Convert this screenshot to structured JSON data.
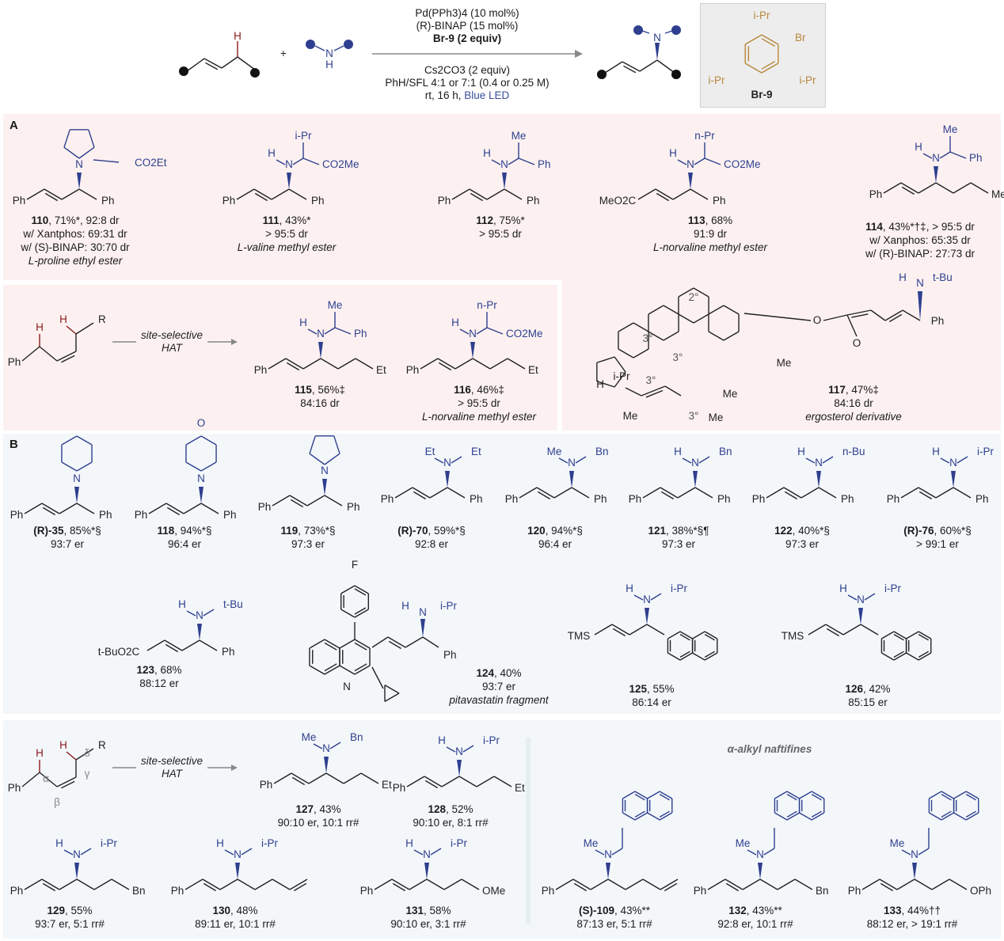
{
  "scheme": {
    "conditions_top": [
      "Pd(PPh3)4 (10 mol%)",
      "(R)-BINAP (15 mol%)",
      "Br-9 (2 equiv)"
    ],
    "conditions_bottom": [
      "Cs2CO3 (2 equiv)",
      "PhH/SFL 4:1 or 7:1 (0.4 or 0.25 M)",
      "rt, 16 h,"
    ],
    "light": "Blue LED",
    "plus": "+",
    "reagent_label": "Br-9",
    "reagent_substituents": [
      "i-Pr",
      "Br",
      "i-Pr",
      "i-Pr"
    ],
    "amine_H": "H",
    "amine_N": "N",
    "substrate_H": "H"
  },
  "colors": {
    "panel_a": "#fcf1f0",
    "panel_b": "#f3f7fa",
    "amine": "#2f3f8f",
    "hydrogen": "#8b1a1a",
    "reagent": "#b8863b",
    "light": "#3b4f9a"
  },
  "sections": {
    "a": "A",
    "b": "B"
  },
  "hat": {
    "label1": "site-selective",
    "label2": "HAT",
    "greek": [
      "α",
      "β",
      "γ",
      "δ"
    ],
    "R": "R",
    "Ph": "Ph",
    "H": "H"
  },
  "naftifine_heading": "α-alkyl naftifines",
  "steroid_labels": [
    "2°",
    "3°",
    "3°",
    "3°",
    "3°",
    "Me",
    "Me",
    "Me",
    "Me",
    "i-Pr",
    "H",
    "O",
    "O"
  ],
  "compounds": [
    {
      "id": "110",
      "subs": [
        "N",
        "CO2Et",
        "Ph",
        "Ph"
      ],
      "caption": [
        [
          "110",
          ", 71%*, 92:8 dr"
        ],
        [
          "",
          "w/ Xantphos: 69:31 dr"
        ],
        [
          "",
          "w/ (S)-BINAP: 30:70 dr"
        ],
        [
          "",
          "L-proline ethyl ester"
        ]
      ]
    },
    {
      "id": "111",
      "subs": [
        "H",
        "N",
        "i-Pr",
        "CO2Me",
        "Ph",
        "Ph"
      ],
      "caption": [
        [
          "111",
          ", 43%*"
        ],
        [
          "",
          "> 95:5 dr"
        ],
        [
          "",
          "L-valine methyl ester"
        ]
      ]
    },
    {
      "id": "112",
      "subs": [
        "H",
        "N",
        "Me",
        "Ph",
        "Ph",
        "Ph"
      ],
      "caption": [
        [
          "112",
          ", 75%*"
        ],
        [
          "",
          "> 95:5 dr"
        ]
      ]
    },
    {
      "id": "113",
      "subs": [
        "H",
        "N",
        "n-Pr",
        "CO2Me",
        "MeO2C",
        "Ph"
      ],
      "caption": [
        [
          "113",
          ", 68%"
        ],
        [
          "",
          "91:9 dr"
        ],
        [
          "",
          "L-norvaline methyl ester"
        ]
      ]
    },
    {
      "id": "114",
      "subs": [
        "H",
        "N",
        "Me",
        "Ph",
        "Ph",
        "Me"
      ],
      "caption": [
        [
          "114",
          ", 43%*†‡, > 95:5 dr"
        ],
        [
          "",
          "w/ Xanphos: 65:35 dr"
        ],
        [
          "",
          "w/ (R)-BINAP: 27:73 dr"
        ]
      ]
    },
    {
      "id": "115",
      "subs": [
        "H",
        "N",
        "Me",
        "Ph",
        "Ph",
        "Et"
      ],
      "caption": [
        [
          "115",
          ", 56%‡"
        ],
        [
          "",
          "84:16 dr"
        ]
      ]
    },
    {
      "id": "116",
      "subs": [
        "H",
        "N",
        "n-Pr",
        "CO2Me",
        "Ph",
        "Et"
      ],
      "caption": [
        [
          "116",
          ", 46%‡"
        ],
        [
          "",
          "> 95:5 dr"
        ],
        [
          "",
          "L-norvaline methyl ester"
        ]
      ]
    },
    {
      "id": "117",
      "subs": [
        "H",
        "N",
        "t-Bu",
        "Ph"
      ],
      "caption": [
        [
          "117",
          ", 47%‡"
        ],
        [
          "",
          "84:16 dr"
        ],
        [
          "",
          "ergosterol derivative"
        ]
      ]
    },
    {
      "id": "35",
      "subs": [
        "N",
        "Ph",
        "Ph"
      ],
      "caption": [
        [
          "(R)-35",
          ", 85%*§"
        ],
        [
          "",
          "93:7 er"
        ]
      ]
    },
    {
      "id": "118",
      "subs": [
        "N",
        "O",
        "Ph",
        "Ph"
      ],
      "caption": [
        [
          "118",
          ", 94%*§"
        ],
        [
          "",
          "96:4 er"
        ]
      ]
    },
    {
      "id": "119",
      "subs": [
        "N",
        "Ph",
        "Ph"
      ],
      "caption": [
        [
          "119",
          ", 73%*§"
        ],
        [
          "",
          "97:3 er"
        ]
      ]
    },
    {
      "id": "70",
      "subs": [
        "Et",
        "N",
        "Et",
        "Ph",
        "Ph"
      ],
      "caption": [
        [
          "(R)-70",
          ", 59%*§"
        ],
        [
          "",
          "92:8 er"
        ]
      ]
    },
    {
      "id": "120",
      "subs": [
        "Me",
        "N",
        "Bn",
        "Ph",
        "Ph"
      ],
      "caption": [
        [
          "120",
          ", 94%*§"
        ],
        [
          "",
          "96:4 er"
        ]
      ]
    },
    {
      "id": "121",
      "subs": [
        "H",
        "N",
        "Bn",
        "Ph",
        "Ph"
      ],
      "caption": [
        [
          "121",
          ", 38%*§¶"
        ],
        [
          "",
          "97:3 er"
        ]
      ]
    },
    {
      "id": "122",
      "subs": [
        "H",
        "N",
        "n-Bu",
        "Ph",
        "Ph"
      ],
      "caption": [
        [
          "122",
          ", 40%*§"
        ],
        [
          "",
          "97:3 er"
        ]
      ]
    },
    {
      "id": "76",
      "subs": [
        "H",
        "N",
        "i-Pr",
        "Ph",
        "Ph"
      ],
      "caption": [
        [
          "(R)-76",
          ", 60%*§"
        ],
        [
          "",
          "> 99:1 er"
        ]
      ]
    },
    {
      "id": "123",
      "subs": [
        "H",
        "N",
        "t-Bu",
        "t-BuO2C",
        "Ph"
      ],
      "caption": [
        [
          "123",
          ", 68%"
        ],
        [
          "",
          "88:12 er"
        ]
      ]
    },
    {
      "id": "124",
      "subs": [
        "H",
        "N",
        "i-Pr",
        "F",
        "N",
        "Ph"
      ],
      "caption": [
        [
          "124",
          ", 40%"
        ],
        [
          "",
          "93:7 er"
        ],
        [
          "",
          "pitavastatin fragment"
        ]
      ]
    },
    {
      "id": "125",
      "subs": [
        "H",
        "N",
        "i-Pr",
        "TMS"
      ],
      "caption": [
        [
          "125",
          ", 55%"
        ],
        [
          "",
          "86:14 er"
        ]
      ]
    },
    {
      "id": "126",
      "subs": [
        "H",
        "N",
        "i-Pr",
        "TMS"
      ],
      "caption": [
        [
          "126",
          ", 42%"
        ],
        [
          "",
          "85:15 er"
        ]
      ]
    },
    {
      "id": "127",
      "subs": [
        "Me",
        "N",
        "Bn",
        "Ph",
        "Et"
      ],
      "caption": [
        [
          "127",
          ", 43%"
        ],
        [
          "",
          "90:10 er, 10:1 rr#"
        ]
      ]
    },
    {
      "id": "128",
      "subs": [
        "H",
        "N",
        "i-Pr",
        "Ph",
        "Et"
      ],
      "caption": [
        [
          "128",
          ", 52%"
        ],
        [
          "",
          "90:10 er, 8:1 rr#"
        ]
      ]
    },
    {
      "id": "129",
      "subs": [
        "H",
        "N",
        "i-Pr",
        "Ph",
        "Bn"
      ],
      "caption": [
        [
          "129",
          ", 55%"
        ],
        [
          "",
          "93:7 er, 5:1 rr#"
        ]
      ]
    },
    {
      "id": "130",
      "subs": [
        "H",
        "N",
        "i-Pr",
        "Ph",
        ""
      ],
      "caption": [
        [
          "130",
          ", 48%"
        ],
        [
          "",
          "89:11 er, 10:1 rr#"
        ]
      ]
    },
    {
      "id": "131",
      "subs": [
        "H",
        "N",
        "i-Pr",
        "Ph",
        "OMe"
      ],
      "caption": [
        [
          "131",
          ", 58%"
        ],
        [
          "",
          "90:10 er, 3:1 rr#"
        ]
      ]
    },
    {
      "id": "109",
      "subs": [
        "Me",
        "N",
        "",
        "Ph",
        ""
      ],
      "caption": [
        [
          "(S)-109",
          ", 43%**"
        ],
        [
          "",
          "87:13 er, 5:1 rr#"
        ]
      ]
    },
    {
      "id": "132",
      "subs": [
        "Me",
        "N",
        "",
        "Ph",
        "Bn"
      ],
      "caption": [
        [
          "132",
          ", 43%**"
        ],
        [
          "",
          "92:8 er, 10:1 rr#"
        ]
      ]
    },
    {
      "id": "133",
      "subs": [
        "Me",
        "N",
        "",
        "Ph",
        "OPh"
      ],
      "caption": [
        [
          "133",
          ", 44%††"
        ],
        [
          "",
          "88:12 er, > 19:1 rr#"
        ]
      ]
    }
  ]
}
